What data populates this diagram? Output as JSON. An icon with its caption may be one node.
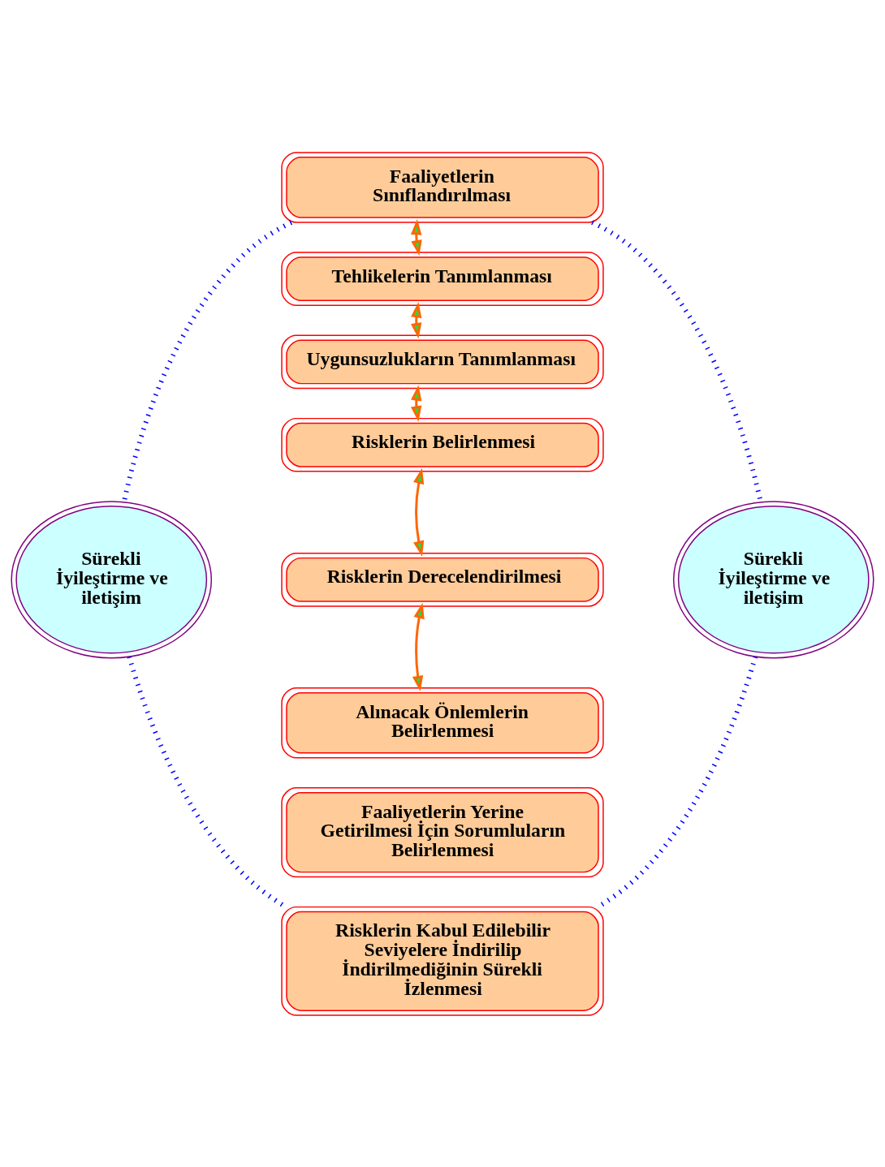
{
  "diagram": {
    "nodes": [
      {
        "text": [
          "Faaliyetlerin Sınıflandırılması"
        ]
      },
      {
        "text": [
          "Tehlikelerin Tanımlanması"
        ]
      },
      {
        "text": [
          "Uygunsuzlukların Tanımlanması"
        ]
      },
      {
        "text": [
          "Risklerin Belirlenmesi"
        ]
      },
      {
        "text": [
          "Risklerin Derecelendirilmesi"
        ]
      },
      {
        "text": [
          "Alınacak Önlemlerin Belirlenmesi"
        ]
      },
      {
        "text": [
          "Faaliyetlerin Yerine Getirilmesi İçin Sorumluların Belirlenmesi"
        ]
      },
      {
        "text": [
          "Risklerin Kabul Edilebilir Seviyelere İndirilip İndirilmediğinin Sürekli İzlenmesi"
        ]
      },
      {
        "text": [
          "Sürekli İyileştirme ve iletişim"
        ]
      },
      {
        "text": [
          "Sürekli İyileştirme ve iletişim"
        ]
      }
    ],
    "edges": [
      {
        "from": 0,
        "to": 1,
        "arrow": "both"
      },
      {
        "from": 1,
        "to": 2,
        "arrow": "both"
      },
      {
        "from": 2,
        "to": 3,
        "arrow": "both"
      },
      {
        "from": 3,
        "to": 4,
        "arrow": "both"
      },
      {
        "from": 4,
        "to": 5,
        "arrow": "both"
      },
      {
        "from": 0,
        "to": 8,
        "arrow": "none",
        "style": "dashed",
        "color": "#0000ff"
      },
      {
        "from": 8,
        "to": 7,
        "arrow": "none",
        "style": "dashed",
        "color": "#0000ff"
      },
      {
        "from": 0,
        "to": 9,
        "arrow": "none",
        "style": "dashed",
        "color": "#0000ff"
      },
      {
        "from": 9,
        "to": 7,
        "arrow": "none",
        "style": "dashed",
        "color": "#0000ff"
      }
    ]
  }
}
